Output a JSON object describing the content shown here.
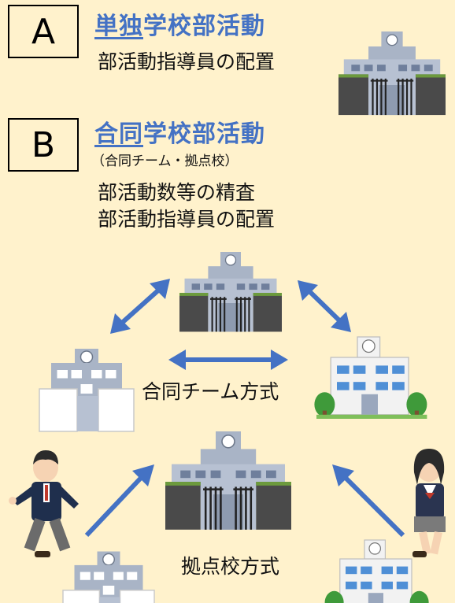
{
  "section_a": {
    "badge": "A",
    "title_underlined": "単独",
    "title_rest": "学校部活動",
    "body": "部活動指導員の配置"
  },
  "section_b": {
    "badge": "B",
    "title_underlined": "合同",
    "title_rest": "学校部活動",
    "note": "（合同チーム・拠点校）",
    "body_line1": "部活動数等の精査",
    "body_line2": "部活動指導員の配置"
  },
  "diagram_team": {
    "label": "合同チーム方式"
  },
  "diagram_hub": {
    "label": "拠点校方式"
  },
  "colors": {
    "background": "#fff2cc",
    "accent": "#4472c4",
    "arrow": "#4472c4"
  }
}
